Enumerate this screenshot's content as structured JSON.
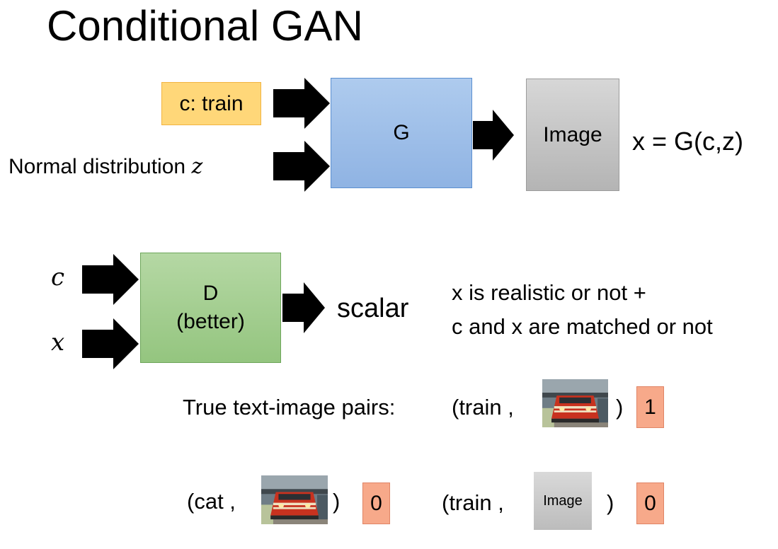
{
  "title": "Conditional GAN",
  "generator": {
    "condition_label": "c: train",
    "noise_label": "Normal distribution",
    "noise_var": "z",
    "box_label": "G",
    "output_label": "Image",
    "equation": "x = G(c,z)"
  },
  "discriminator": {
    "input_c": "c",
    "input_x": "x",
    "box_line1": "D",
    "box_line2": "(better)",
    "output_label": "scalar",
    "criteria_line1": "x is realistic or not +",
    "criteria_line2": "c and x are matched or not"
  },
  "true_pairs": {
    "label": "True text-image pairs:",
    "open": "(train ,",
    "close": ")",
    "score": "1"
  },
  "false_pairs": [
    {
      "open": "(cat ,",
      "close": ")",
      "score": "0"
    },
    {
      "open": "(train ,",
      "image_label": "Image",
      "close": ")",
      "score": "0"
    }
  ],
  "colors": {
    "condition": "#ffd779",
    "generator": "#9dbfe9",
    "output_image": "#c8c8c8",
    "discriminator": "#a5cf92",
    "score": "#f7a98a"
  },
  "icons": [
    "right-arrow-icon",
    "train-photo"
  ]
}
